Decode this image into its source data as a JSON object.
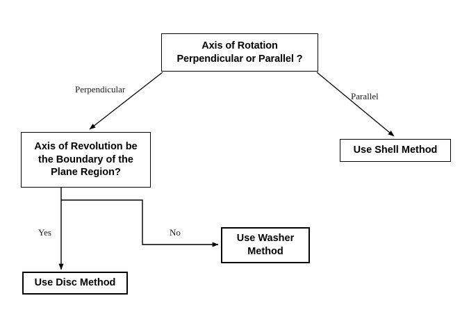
{
  "diagram": {
    "title": "Volume of Revolution Method Selection Flowchart",
    "type": "flowchart",
    "background_color": "#ffffff",
    "line_color": "#000000",
    "nodes": [
      {
        "id": "root",
        "name": "axis-of-rotation-question",
        "text": "Axis of Rotation\nPerpendicular or Parallel ?",
        "shape": "rectangle"
      },
      {
        "id": "decision",
        "name": "axis-of-revolution-boundary-question",
        "text": "Axis of Revolution be\nthe Boundary of the\nPlane Region?",
        "shape": "rectangle"
      },
      {
        "id": "shell",
        "name": "use-shell-method",
        "text": "Use Shell Method",
        "shape": "rectangle"
      },
      {
        "id": "washer",
        "name": "use-washer-method",
        "text": "Use Washer\nMethod",
        "shape": "rectangle"
      },
      {
        "id": "disc",
        "name": "use-disc-method",
        "text": "Use Disc Method",
        "shape": "rectangle"
      }
    ],
    "edge_labels": {
      "perpendicular": "Perpendicular",
      "parallel": "Parallel",
      "yes": "Yes",
      "no": "No"
    },
    "edges": [
      {
        "from": "root",
        "to": "decision",
        "label": "Perpendicular",
        "style": "diagonal-arrow"
      },
      {
        "from": "root",
        "to": "shell",
        "label": "Parallel",
        "style": "diagonal-arrow"
      },
      {
        "from": "decision",
        "to": "disc",
        "label": "Yes",
        "style": "vertical-arrow"
      },
      {
        "from": "decision",
        "to": "washer",
        "label": "No",
        "style": "orthogonal-elbow-arrow"
      }
    ]
  }
}
